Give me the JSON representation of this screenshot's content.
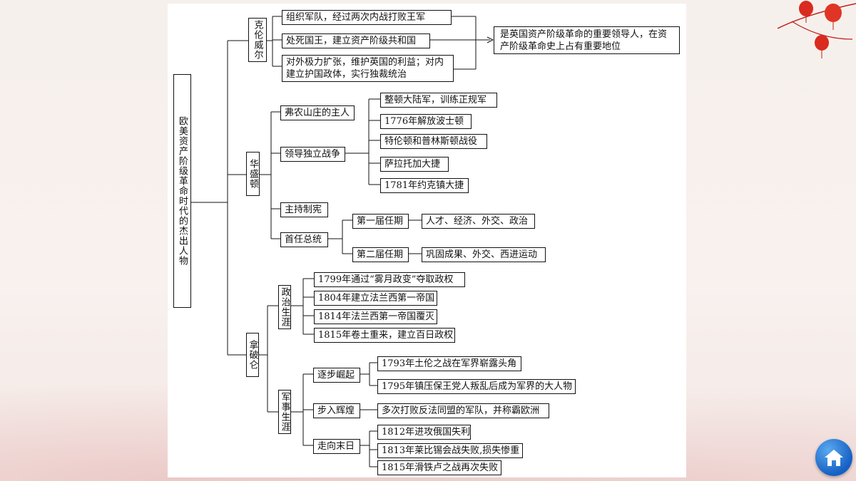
{
  "root": "欧美资产阶级革命时代的杰出人物",
  "cromwell": {
    "name": "克伦威尔",
    "items": [
      "组织军队，经过两次内战打败王军",
      "处死国王，建立资产阶级共和国",
      "对外极力扩张，维护英国的利益；对内建立护国政体，实行独裁统治"
    ],
    "summary": "是英国资产阶级革命的重要领导人，在资产阶级革命史上占有重要地位"
  },
  "washington": {
    "name": "华盛顿",
    "farm": "弗农山庄的主人",
    "war": "领导独立战争",
    "war_items": [
      "整顿大陆军，训练正规军",
      "1776年解放波士顿",
      "特伦顿和普林斯顿战役",
      "萨拉托加大捷",
      "1781年约克镇大捷"
    ],
    "constitution": "主持制宪",
    "president": "首任总统",
    "term1": "第一届任期",
    "term1_detail": "人才、经济、外交、政治",
    "term2": "第二届任期",
    "term2_detail": "巩固成果、外交、西进运动"
  },
  "napoleon": {
    "name": "拿破仑",
    "political": "政治生涯",
    "political_items": [
      "1799年通过“雾月政变”夺取政权",
      "1804年建立法兰西第一帝国",
      "1814年法兰西第一帝国覆灭",
      "1815年卷土重来，建立百日政权"
    ],
    "military": "军事生涯",
    "rise": "逐步崛起",
    "rise_items": [
      "1793年土伦之战在军界崭露头角",
      "1795年镇压保王党人叛乱后成为军界的大人物"
    ],
    "glory": "步入辉煌",
    "glory_detail": "多次打败反法同盟的军队，并称霸欧洲",
    "decline": "走向末日",
    "decline_items": [
      "1812年进攻俄国失利",
      "1813年莱比锡会战失败,损失惨重",
      "1815年滑铁卢之战再次失败"
    ]
  },
  "icons": {
    "home": "home-icon",
    "decoration": "lantern-icon"
  },
  "colors": {
    "home_button": "#1a6fd6",
    "lantern": "#d92b1f"
  }
}
